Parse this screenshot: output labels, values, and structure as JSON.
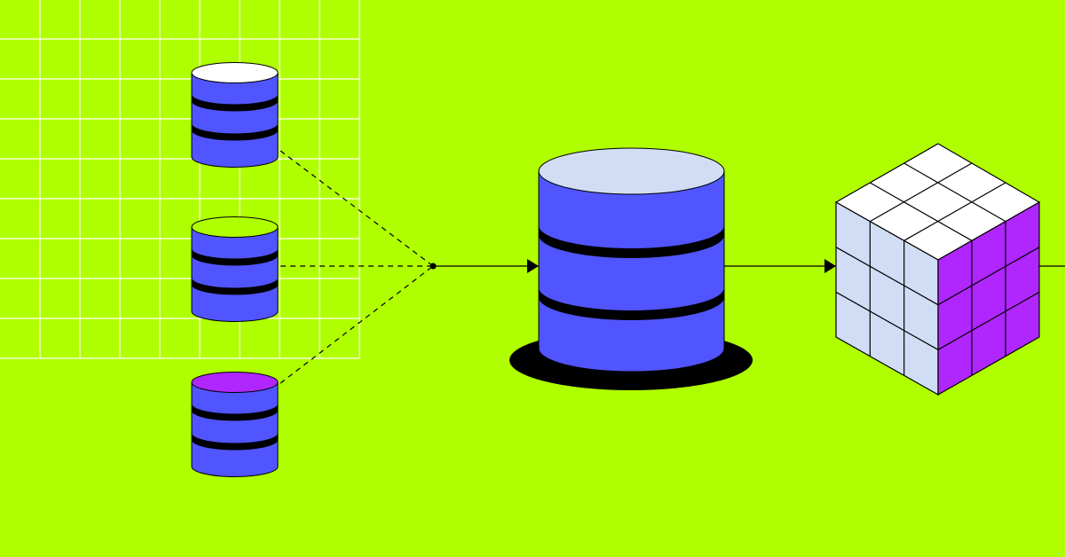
{
  "colors": {
    "background": "#b0ff00",
    "grid": "#ffffff",
    "cylinder_body": "#5055ff",
    "band": "#000000",
    "top_white": "#ffffff",
    "top_green": "#b0ff00",
    "top_purple": "#b026ff",
    "top_light": "#d0ddf5",
    "cube_top": "#ffffff",
    "cube_left": "#d0ddf5",
    "cube_right": "#b026ff"
  },
  "sources": [
    {
      "icon": "database-icon",
      "top": "top_white"
    },
    {
      "icon": "database-icon",
      "top": "top_green"
    },
    {
      "icon": "database-icon",
      "top": "top_purple"
    }
  ],
  "warehouse": {
    "icon": "database-icon",
    "top": "top_light"
  },
  "cube": {
    "icon": "olap-cube-icon",
    "divisions": 3
  }
}
